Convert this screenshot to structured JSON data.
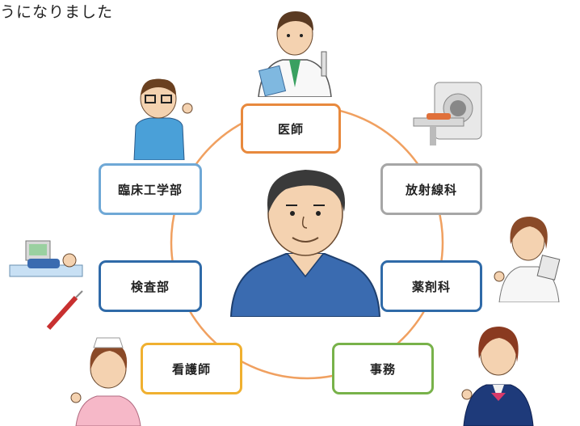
{
  "header": {
    "text": "うになりました"
  },
  "center": {
    "icon": "patient-man-icon"
  },
  "roles": [
    {
      "label": "医師",
      "color": "#e8893d",
      "icon": "doctor-icon"
    },
    {
      "label": "放射線科",
      "color": "#a6a6a6",
      "icon": "ct-scanner-icon"
    },
    {
      "label": "薬剤科",
      "color": "#2f6aa8",
      "icon": "pharmacist-icon"
    },
    {
      "label": "事務",
      "color": "#78b24a",
      "icon": "clerk-icon"
    },
    {
      "label": "看護師",
      "color": "#f0b030",
      "icon": "nurse-icon"
    },
    {
      "label": "検査部",
      "color": "#2f6aa8",
      "icon": "ecg-exam-icon"
    },
    {
      "label": "臨床工学部",
      "color": "#6fa8d6",
      "icon": "clinical-engineer-icon"
    }
  ],
  "ring_color": "#f0a060"
}
